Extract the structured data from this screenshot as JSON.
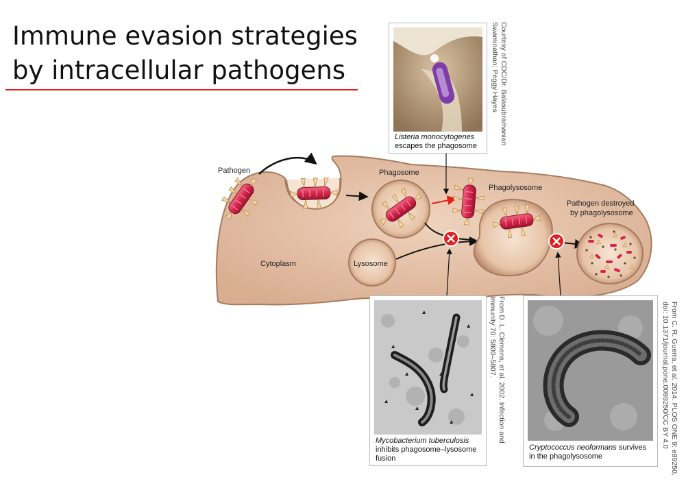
{
  "slide": {
    "title_line1": "Immune evasion strategies",
    "title_line2": "by intracellular pathogens"
  },
  "diagram": {
    "labels": {
      "pathogen": "Pathogen",
      "phagosome": "Phagosome",
      "phagolysosome": "Phagolysosome",
      "destroyed_line1": "Pathogen destroyed",
      "destroyed_line2": "by phagolysosome",
      "cytoplasm": "Cytoplasm",
      "lysosome": "Lysosome"
    },
    "colors": {
      "cell_fill": "#e3bfa5",
      "cell_edge": "#a77a5e",
      "pathogen": "#d6244a",
      "block_marker": "#e02020",
      "escape_arrow": "#e02020"
    },
    "markers": [
      "block-x-icon",
      "block-x-icon"
    ]
  },
  "photos": {
    "listeria": {
      "species": "Listeria monocytogenes",
      "caption_rest": " escapes the phagosome",
      "credit_line1": "Courtesy of CDC/Dr. Balasubramanian",
      "credit_line2": "Swaminathan; Peggy Hayes"
    },
    "mycobacterium": {
      "species": "Mycobacterium tuberculosis",
      "caption_line2": "inhibits phagosome–lysosome",
      "caption_line3": "fusion",
      "credit_line1": "From D. L. Clemens, et al. 2002. Infection and",
      "credit_line2": "Immunity 70: 5800–5807."
    },
    "cryptococcus": {
      "species": "Cryptococcus neoformans",
      "caption_rest": " survives",
      "caption_line2": "in the phagolysosome",
      "credit_line1": "From C. R. Guerra, et al. 2014. PLOS ONE 9: e89250,",
      "credit_line2": "doi: 10.1371/journal.pone.0089250/CC BY 4.0"
    }
  }
}
